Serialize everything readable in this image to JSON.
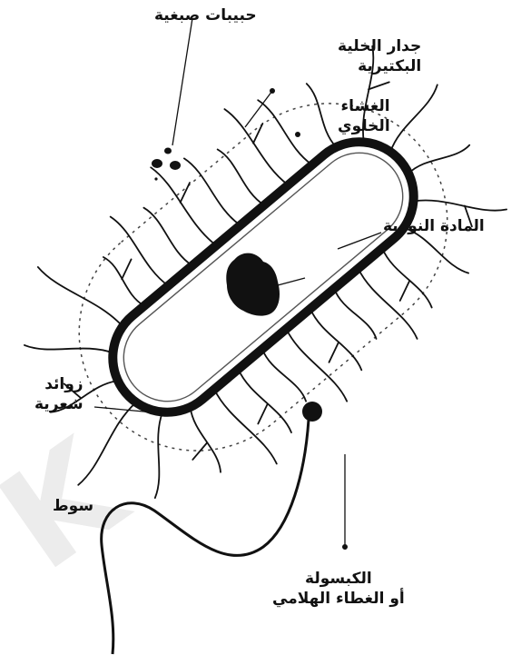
{
  "labels": {
    "granules": "حبيبات صبغية",
    "cell_wall": [
      "جدار الخلية",
      "البكتيرية"
    ],
    "membrane": [
      "الغشاء",
      "الخلوي"
    ],
    "nuclear_material": "المادة النووية",
    "pili": [
      "زوائد",
      "شعرية"
    ],
    "flagellum": "سوط",
    "capsule": [
      "الكبسولة",
      "أو الغطاء الهلامي"
    ]
  },
  "icons": {
    "flagellum": "flagellum-line",
    "pili": "hair-projections"
  },
  "colors": {
    "ink": "#111111",
    "background": "#ffffff",
    "watermark": "#ececec"
  }
}
